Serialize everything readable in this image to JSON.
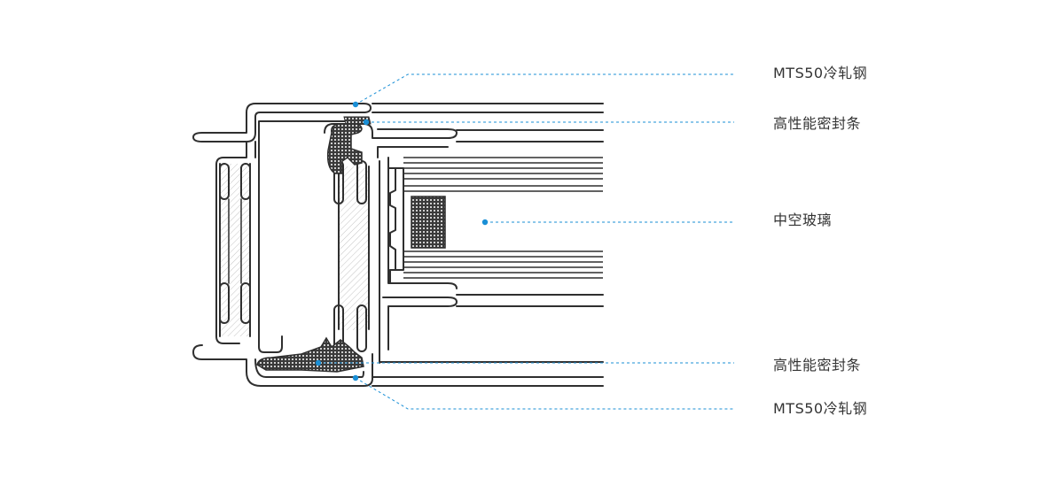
{
  "diagram": {
    "callouts": [
      {
        "label": "MTS50冷轧钢"
      },
      {
        "label": "高性能密封条"
      },
      {
        "label": "中空玻璃"
      },
      {
        "label": "高性能密封条"
      },
      {
        "label": "MTS50冷轧钢"
      }
    ]
  },
  "colors": {
    "stroke": "#2f2f2f",
    "accent": "#1a8fd6",
    "text": "#333333",
    "hatch": "#bdbdbd"
  }
}
